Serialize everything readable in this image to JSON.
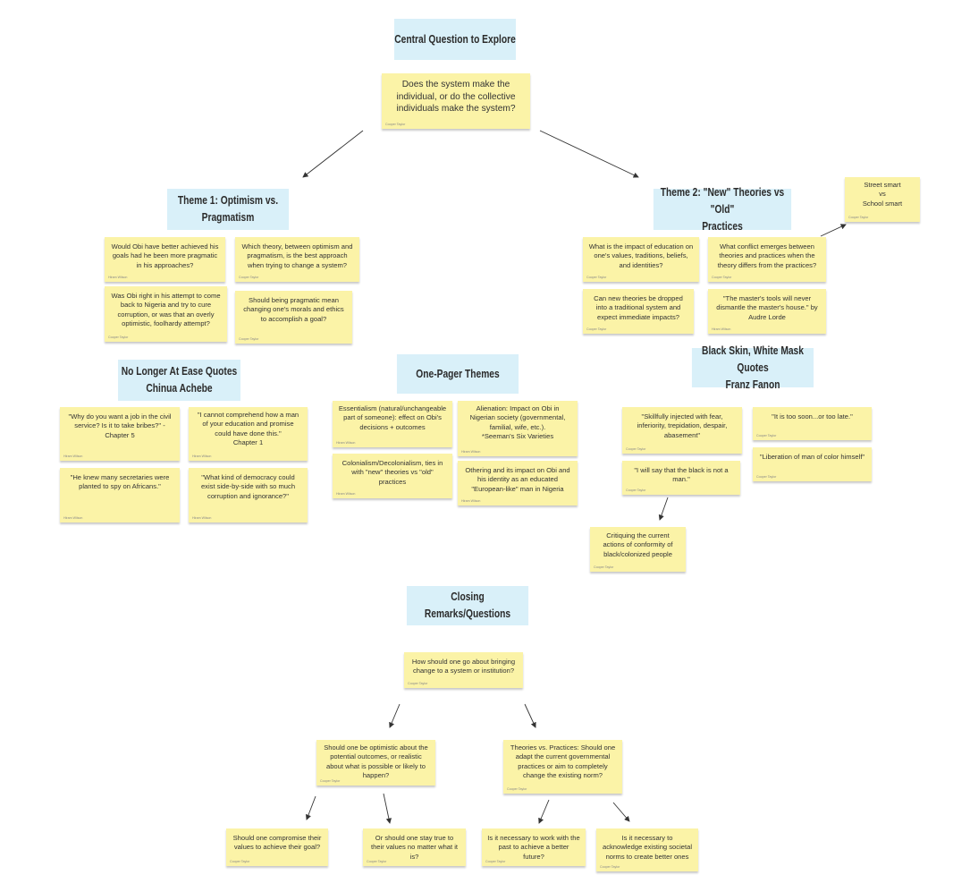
{
  "headers": {
    "central": "Central Question to Explore",
    "theme1_line1": "Theme 1: Optimism vs.",
    "theme1_line2": "Pragmatism",
    "theme2_line1": "Theme 2: \"New\" Theories vs \"Old\"",
    "theme2_line2": "Practices",
    "nlae_line1": "No Longer At Ease Quotes",
    "nlae_line2": "Chinua Achebe",
    "onepager": "One-Pager Themes",
    "bswm_line1": "Black Skin, White Mask Quotes",
    "bswm_line2": "Franz Fanon",
    "closing": "Closing Remarks/Questions"
  },
  "notes": {
    "central_q": {
      "text": "Does the system make the individual, or do the collective individuals make the system?",
      "author": "Cooper Taylor"
    },
    "street_smart": {
      "text": "Street smart\nvs\nSchool smart",
      "author": "Cooper Taylor"
    },
    "t1_obi_goals": {
      "text": "Would Obi have better achieved his goals had he been more pragmatic in his approaches?",
      "author": "Hiram Wilson"
    },
    "t1_which_theory": {
      "text": "Which theory, between optimism and pragmatism, is the best approach when trying to change a system?",
      "author": "Cooper Taylor"
    },
    "t1_obi_right": {
      "text": "Was Obi right in his attempt to come back to Nigeria and try to cure corruption, or was that an overly optimistic, foolhardy attempt?",
      "author": "Cooper Taylor"
    },
    "t1_pragmatic_morals": {
      "text": "Should being pragmatic mean changing one's morals and ethics to accomplish a goal?",
      "author": "Cooper Taylor"
    },
    "t2_education": {
      "text": "What is the impact of education on one's values, traditions, beliefs, and identities?",
      "author": "Cooper Taylor"
    },
    "t2_conflict": {
      "text": "What conflict emerges between theories and practices when the theory differs from the practices?",
      "author": "Cooper Taylor"
    },
    "t2_new_theories": {
      "text": "Can new theories be dropped into a traditional system and expect immediate impacts?",
      "author": "Cooper Taylor"
    },
    "t2_masters_tools": {
      "text": "\"The master's tools will never dismantle the master's house.\" by Audre Lorde",
      "author": "Hiram Wilson"
    },
    "q_job": {
      "text": "\"Why do you want a job in the civil service? Is it to take bribes?\" - Chapter 5",
      "author": "Hiram Wilson"
    },
    "q_comprehend": {
      "text": "\"I cannot comprehend how a man of your education and promise could have done this.\"\nChapter 1",
      "author": "Hiram Wilson"
    },
    "q_secretaries": {
      "text": "\"He knew many secretaries were planted to spy on Africans.\"",
      "author": "Hiram Wilson"
    },
    "q_democracy": {
      "text": "\"What kind of democracy could exist side-by-side with so much corruption and ignorance?\"",
      "author": "Hiram Wilson"
    },
    "op_essentialism": {
      "text": "Essentialism (natural/unchangeable part of someone): effect on Obi's decisions + outcomes",
      "author": "Hiram Wilson"
    },
    "op_alienation": {
      "text": "Alienation: Impact on Obi in Nigerian society (governmental, familial, wife, etc.).",
      "author": "Hiram Wilson"
    },
    "op_alienation_extra": "*Seeman's Six Varieties",
    "op_colonialism": {
      "text": "Colonialism/Decolonialism, ties in with \"new\" theories vs \"old\" practices",
      "author": "Hiram Wilson"
    },
    "op_othering": {
      "text": "Othering and its impact on Obi and his identity as an educated \"European-like\" man in Nigeria",
      "author": "Hiram Wilson"
    },
    "f_skillfully": {
      "text": "\"Skillfully injected with fear, inferiority, trepidation, despair, abasement\"",
      "author": "Cooper Taylor"
    },
    "f_too_soon": {
      "text": "\"It is too soon...or too late.\"",
      "author": "Cooper Taylor"
    },
    "f_black_not_man": {
      "text": "\"I will say that the black is not a man.\"",
      "author": "Cooper Taylor"
    },
    "f_liberation": {
      "text": "\"Liberation of man of color himself\"",
      "author": "Cooper Taylor"
    },
    "f_critiquing": {
      "text": "Critiquing the current actions of conformity of black/colonized people",
      "author": "Cooper Taylor"
    },
    "c_how": {
      "text": "How should one go about bringing change to a system or institution?",
      "author": "Cooper Taylor"
    },
    "c_optimistic": {
      "text": "Should one be optimistic about the potential outcomes, or realistic about what is possible or likely to happen?",
      "author": "Cooper Taylor"
    },
    "c_theories": {
      "text": "Theories vs. Practices: Should one adapt the current governmental practices or aim to completely change the existing norm?",
      "author": "Cooper Taylor"
    },
    "c_compromise": {
      "text": "Should one compromise their values to achieve their goal?",
      "author": "Cooper Taylor"
    },
    "c_stay_true": {
      "text": "Or should one stay true to their values no matter what it is?",
      "author": "Cooper Taylor"
    },
    "c_past": {
      "text": "Is it necessary to work with the past to achieve a better future?",
      "author": "Cooper Taylor"
    },
    "c_acknowledge": {
      "text": "Is it necessary to acknowledge existing societal norms to create better ones",
      "author": "Cooper Taylor"
    }
  },
  "colors": {
    "header_bg": "#d9f0f9",
    "note_bg": "#fbf3a7",
    "arrow": "#333333"
  }
}
